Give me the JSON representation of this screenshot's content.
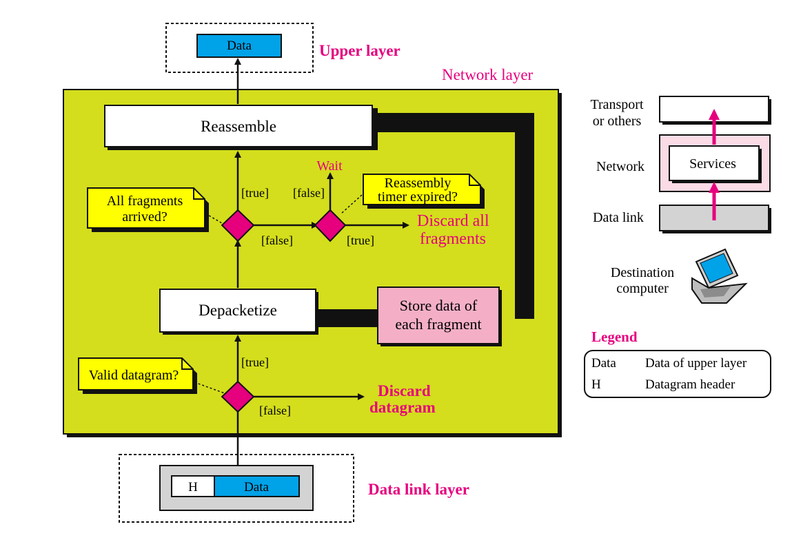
{
  "upper_layer": {
    "label": "Upper layer",
    "data_box": "Data"
  },
  "network_layer": {
    "label": "Network layer"
  },
  "data_link_layer": {
    "label": "Data link layer",
    "header_box": "H",
    "data_box": "Data"
  },
  "boxes": {
    "reassemble": "Reassemble",
    "depacketize": "Depacketize",
    "store_line1": "Store data of",
    "store_line2": "each fragment"
  },
  "notes": {
    "all_fragments_line1": "All fragments",
    "all_fragments_line2": "arrived?",
    "reassembly_line1": "Reassembly",
    "reassembly_line2": "timer expired?",
    "valid_datagram": "Valid datagram?"
  },
  "guards": {
    "true_up": "[true]",
    "false_up": "[false]",
    "false_right": "[false]",
    "true_right": "[true]",
    "true_lower": "[true]",
    "false_lower": "[false]"
  },
  "outcomes": {
    "wait": "Wait",
    "discard_all_line1": "Discard all",
    "discard_all_line2": "fragments",
    "discard_datagram_line1": "Discard",
    "discard_datagram_line2": "datagram"
  },
  "stack": {
    "transport_line1": "Transport",
    "transport_line2": "or others",
    "network": "Network",
    "services": "Services",
    "data_link": "Data link",
    "destination_line1": "Destination",
    "destination_line2": "computer"
  },
  "legend": {
    "title": "Legend",
    "rows": [
      {
        "key": "Data",
        "value": "Data of upper layer"
      },
      {
        "key": "H",
        "value": "Datagram header"
      }
    ]
  },
  "colors": {
    "network_bg": "#d4de1c",
    "accent": "#e6007e",
    "note": "#ffff00",
    "data_blue": "#00a2e8",
    "store_pink": "#f4afc7"
  }
}
